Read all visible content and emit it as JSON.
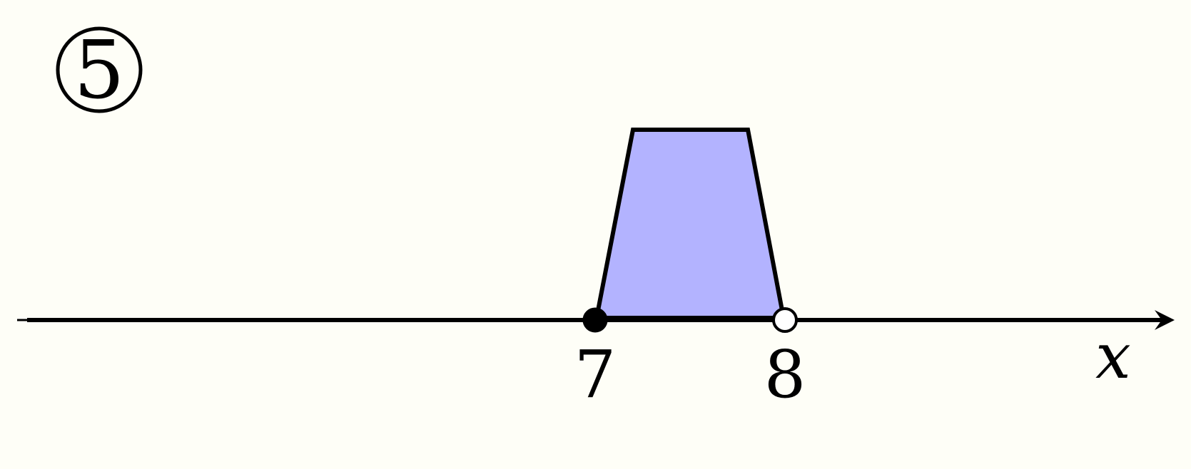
{
  "problem": {
    "number_label": "5"
  },
  "number_line": {
    "axis_variable": "x",
    "ticks": [
      {
        "value": "7",
        "endpoint": "closed"
      },
      {
        "value": "8",
        "endpoint": "open"
      }
    ]
  },
  "interval": {
    "from": 7,
    "to": 8,
    "left_included": true,
    "right_included": false
  },
  "colors": {
    "background": "#fefef7",
    "axis": "#000000",
    "interval_fill": "#b3b3ff",
    "interval_stroke": "#000000",
    "open_point_fill": "#ffffff",
    "closed_point_fill": "#000000"
  }
}
